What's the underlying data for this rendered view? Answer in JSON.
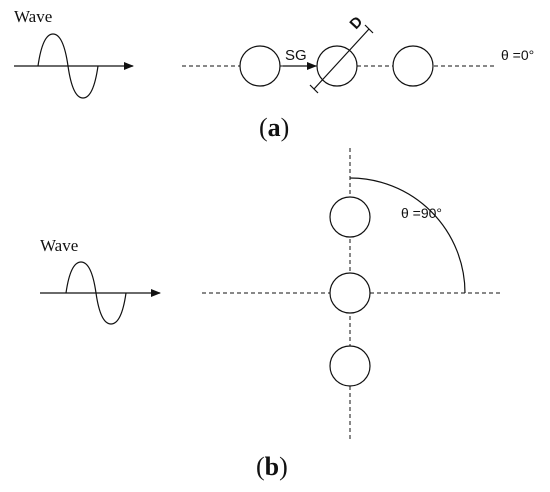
{
  "panel_a": {
    "wave_label": "Wave",
    "spacing_label": "SG",
    "diameter_label": "D",
    "angle_label": "θ =0°",
    "caption_open": "(",
    "caption_letter": "a",
    "caption_close": ")"
  },
  "panel_b": {
    "wave_label": "Wave",
    "angle_label": "θ =90°",
    "caption_open": "(",
    "caption_letter": "b",
    "caption_close": ")"
  }
}
